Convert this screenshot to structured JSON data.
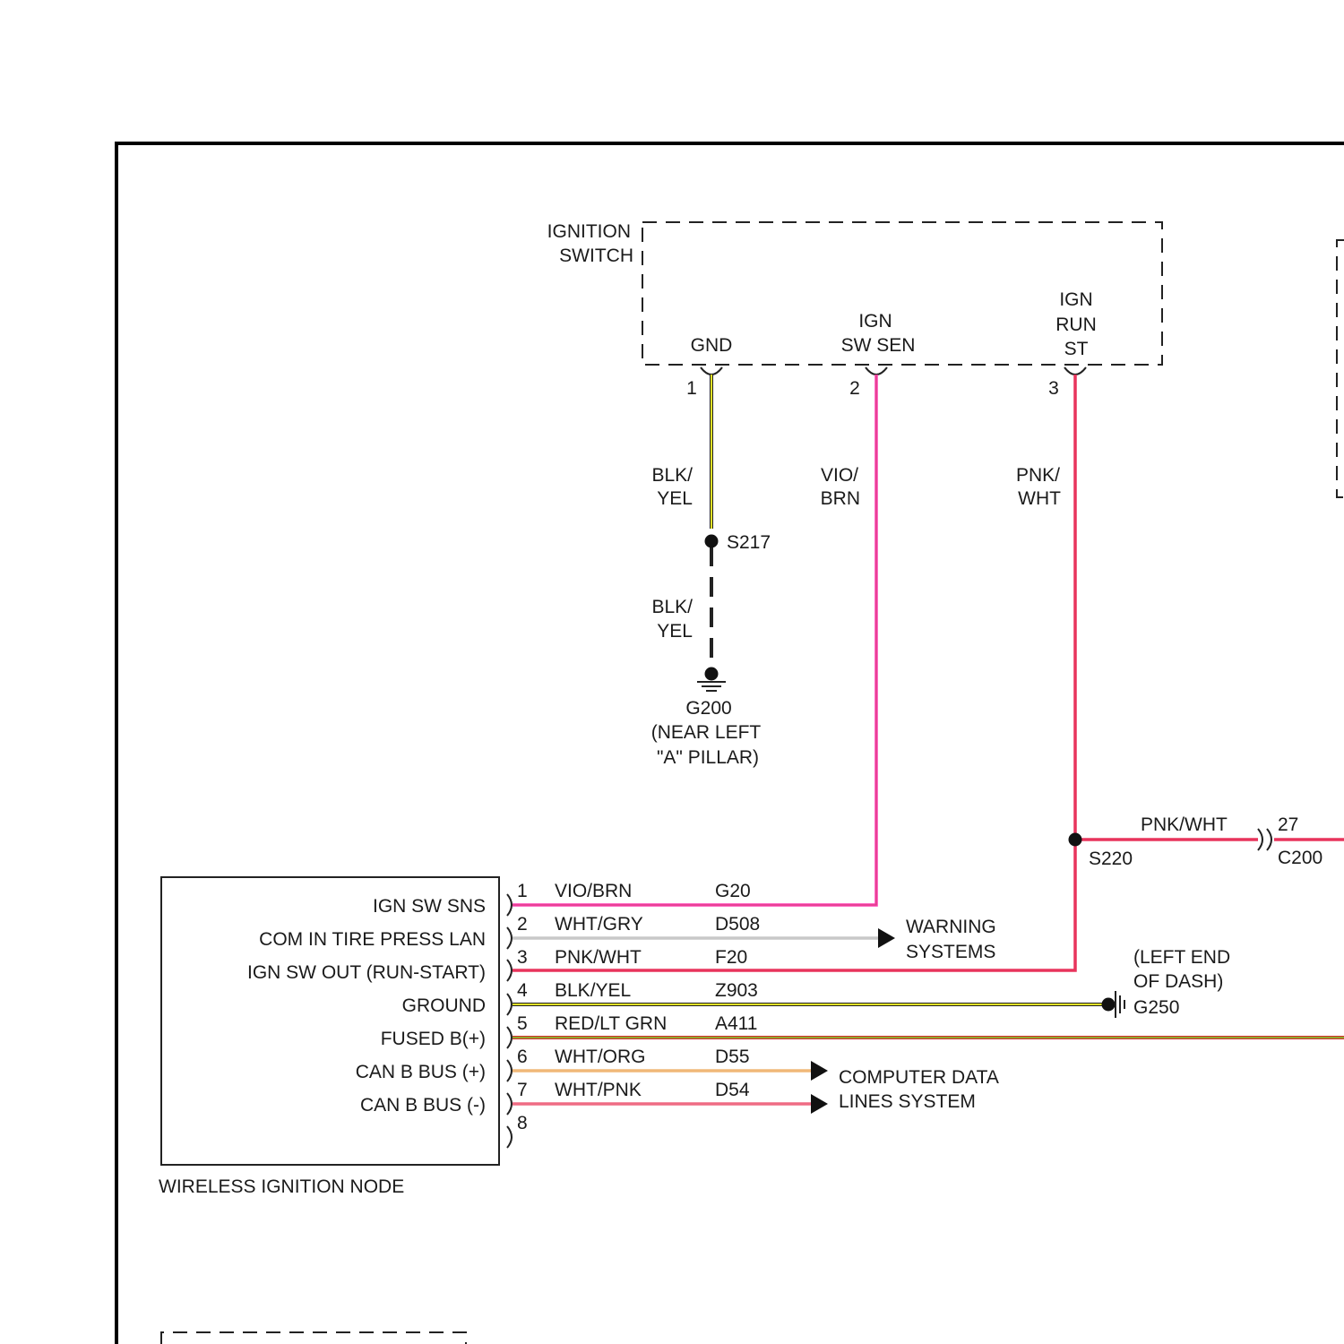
{
  "ignition_switch": {
    "title_line1": "IGNITION",
    "title_line2": "SWITCH",
    "pins": [
      {
        "num": "1",
        "label_lines": [
          "GND"
        ]
      },
      {
        "num": "2",
        "label_lines": [
          "IGN",
          "SW SEN"
        ]
      },
      {
        "num": "3",
        "label_lines": [
          "IGN",
          "RUN",
          "ST"
        ]
      }
    ]
  },
  "vertical_wires": [
    {
      "upper_color": [
        "BLK/",
        "YEL"
      ],
      "lower_color": [
        "BLK/",
        "YEL"
      ]
    },
    {
      "color": [
        "VIO/",
        "BRN"
      ]
    },
    {
      "color": [
        "PNK/",
        "WHT"
      ]
    }
  ],
  "splices": {
    "s217": "S217",
    "s220": "S220"
  },
  "ground_g200": {
    "id": "G200",
    "loc_line1": "(NEAR LEFT",
    "loc_line2": "\"A\" PILLAR)"
  },
  "c200_branch": {
    "wire": "PNK/WHT",
    "pin": "27",
    "connector": "C200"
  },
  "node": {
    "title": "WIRELESS IGNITION NODE",
    "pins": [
      {
        "num": "1",
        "label": "IGN SW SNS",
        "color": "VIO/BRN",
        "circuit": "G20"
      },
      {
        "num": "2",
        "label": "COM IN TIRE PRESS LAN",
        "color": "WHT/GRY",
        "circuit": "D508"
      },
      {
        "num": "3",
        "label": "IGN SW OUT (RUN-START)",
        "color": "PNK/WHT",
        "circuit": "F20"
      },
      {
        "num": "4",
        "label": "GROUND",
        "color": "BLK/YEL",
        "circuit": "Z903"
      },
      {
        "num": "5",
        "label": "FUSED B(+)",
        "color": "RED/LT GRN",
        "circuit": "A411"
      },
      {
        "num": "6",
        "label": "CAN B BUS (+)",
        "color": "WHT/ORG",
        "circuit": "D55"
      },
      {
        "num": "7",
        "label": "CAN B BUS (-)",
        "color": "WHT/PNK",
        "circuit": "D54"
      },
      {
        "num": "8",
        "label": "",
        "color": "",
        "circuit": ""
      }
    ]
  },
  "destinations": {
    "warning_line1": "WARNING",
    "warning_line2": "SYSTEMS",
    "g250_loc_line1": "(LEFT END",
    "g250_loc_line2": "OF DASH)",
    "g250_id": "G250",
    "cdl_line1": "COMPUTER DATA",
    "cdl_line2": "LINES SYSTEM"
  },
  "colors": {
    "vio_brn": "#ff3cb4",
    "pnk_wht": "#e8345c",
    "blk_yel": "#e2e228",
    "wht_gry": "#c8c8c8",
    "wht_org": "#f0b878",
    "wht_pnk": "#ef6b84",
    "red_ltgrn": "#d0302a",
    "ltgrn": "#7ad030"
  }
}
